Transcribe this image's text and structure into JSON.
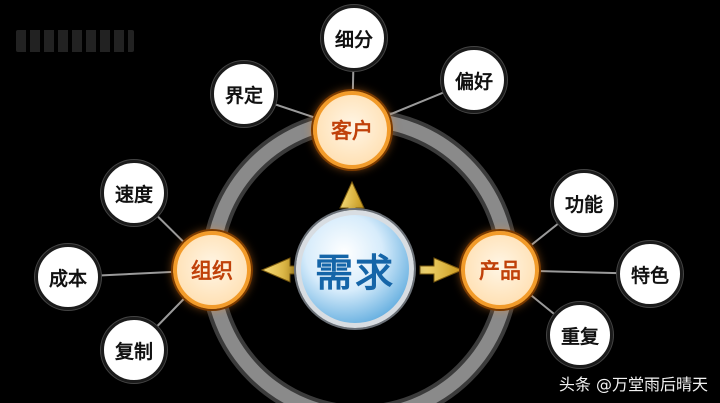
{
  "center": {
    "label": "需求"
  },
  "hubs": {
    "customer": {
      "label": "客户"
    },
    "organization": {
      "label": "组织"
    },
    "product": {
      "label": "产品"
    }
  },
  "leaves": {
    "customer": [
      "界定",
      "细分",
      "偏好"
    ],
    "organization": [
      "速度",
      "成本",
      "复制"
    ],
    "product": [
      "功能",
      "特色",
      "重复"
    ]
  },
  "watermark": "头条 @万堂雨后晴天",
  "colors": {
    "background": "#000000",
    "hub_border": "#f29b2a",
    "hub_text": "#c0410a",
    "center_text": "#1565a8",
    "ring": "#8a8a8a",
    "arrow": "#e8c04a"
  }
}
